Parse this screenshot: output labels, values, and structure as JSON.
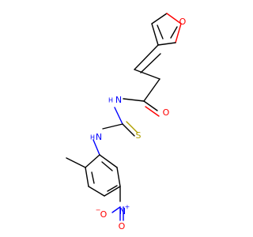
{
  "molecule": {
    "colors": {
      "carbon": "#000000",
      "oxygen": "#ff0000",
      "nitrogen": "#0000ff",
      "sulfur": "#b0a000"
    },
    "atoms": {
      "furan_o": "O",
      "carbonyl_o": "O",
      "amide_n": "N",
      "amide_h": "H",
      "thio_s": "S",
      "aryl_n": "N",
      "aryl_h": "H",
      "nitro_n": "N",
      "nitro_plus": "+",
      "nitro_o_left": "O",
      "nitro_o_left_minus": "−",
      "nitro_o_bottom": "O"
    }
  }
}
